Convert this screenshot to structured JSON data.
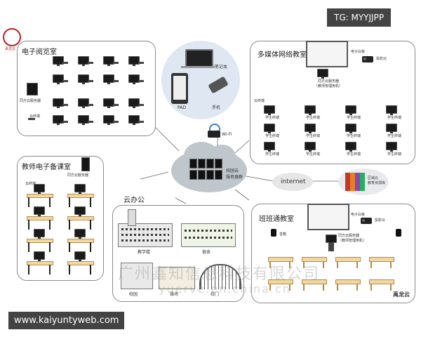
{
  "badge": {
    "tag": "TG: MYYJJPP"
  },
  "center": {
    "cloud_label": "校园云\n服务器群",
    "wifi": "Wi-Fi",
    "internet": "internet",
    "region_cloud": "区域云\n教育资源库"
  },
  "devices": {
    "laptop": "笔记本",
    "pad": "PAD",
    "phone": "手机"
  },
  "ebrowse": {
    "title": "电子阅览室",
    "server": "同方云服务器",
    "cloud_terminal": "云终端"
  },
  "multimedia": {
    "title": "多媒体网络教室",
    "electronic_whiteboard": "电子白板",
    "projector": "投影仪",
    "teacher_server": "同方云服务器\n（教师管理用机）",
    "student_terminal": "学生终端",
    "cloud_terminal": "云终端"
  },
  "prep": {
    "title": "教师电子备课室",
    "server": "同方云服务器",
    "cloud_terminal": "云终端"
  },
  "office": {
    "title": "云办公",
    "building1": "教学楼",
    "building2": "宿舍",
    "building3": "校园",
    "building4": "操场",
    "building5": "校门"
  },
  "class": {
    "title": "班班通教室",
    "electronic_whiteboard": "电子白板",
    "projector": "投影仪",
    "speaker": "音箱",
    "teacher_server": "同方云服务器\n（教师管理用机）"
  },
  "footer": {
    "url": "www.kaiyuntyweb.com",
    "brand": "禹龙云",
    "watermark1": "广州鑫知信息科技有限公司",
    "watermark2": "yuerve.en.china.cn"
  },
  "logo": {
    "caption": "禹龙云"
  }
}
